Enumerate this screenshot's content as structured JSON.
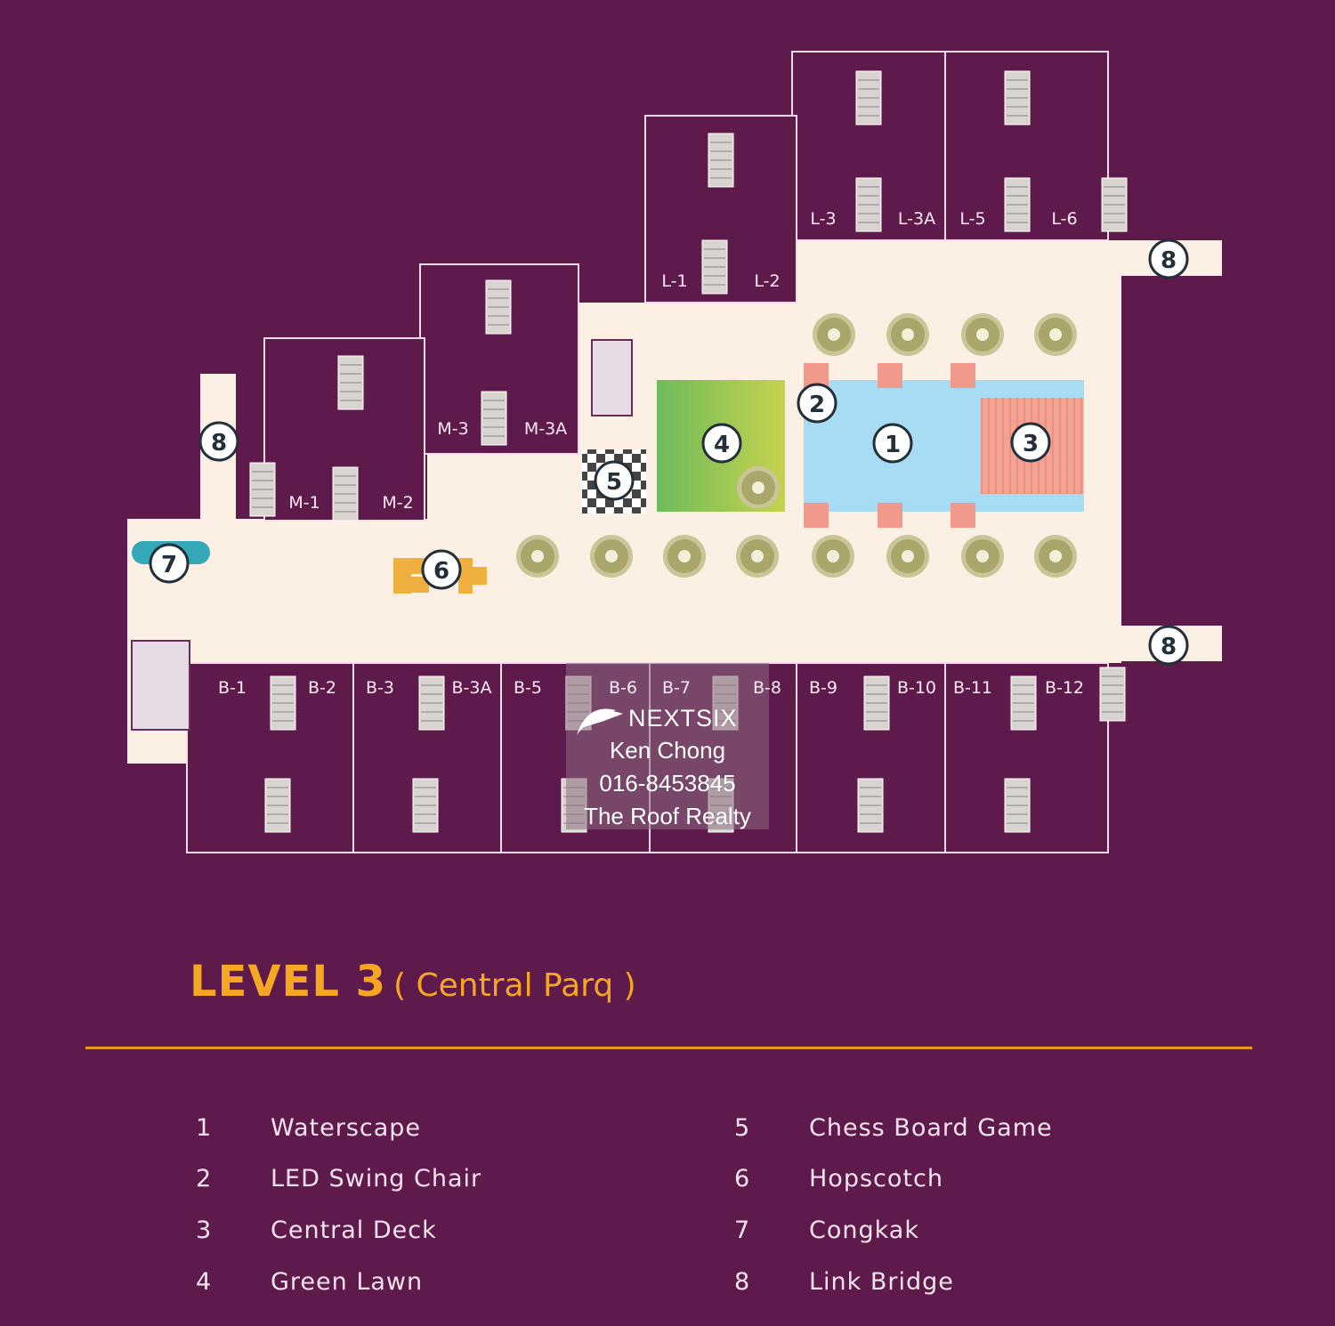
{
  "colors": {
    "background": "#5f1a4c",
    "floor": "#fcefe3",
    "water": "#a8dcf5",
    "deck": "#f19a8b",
    "lawn": "#8fc05a",
    "accent": "#f5a623"
  },
  "units": {
    "L1": "L-1",
    "L2": "L-2",
    "L3": "L-3",
    "L3A": "L-3A",
    "L5": "L-5",
    "L6": "L-6",
    "M3": "M-3",
    "M3A": "M-3A",
    "M1": "M-1",
    "M2": "M-2",
    "B1": "B-1",
    "B2": "B-2",
    "B3": "B-3",
    "B3A": "B-3A",
    "B5": "B-5",
    "B6": "B-6",
    "B7": "B-7",
    "B8": "B-8",
    "B9": "B-9",
    "B10": "B-10",
    "B11": "B-11",
    "B12": "B-12"
  },
  "markers": {
    "m1": "1",
    "m2": "2",
    "m3": "3",
    "m4": "4",
    "m5": "5",
    "m6": "6",
    "m7": "7",
    "m8a": "8",
    "m8b": "8",
    "m8c": "8"
  },
  "watermark": {
    "brand": "NEXTSIX",
    "name": "Ken Chong",
    "phone": "016-8453845",
    "company": "The Roof Realty"
  },
  "title": {
    "level": "LEVEL 3",
    "subtitle": "( Central Parq )"
  },
  "legend": [
    {
      "num": "1",
      "label": "Waterscape"
    },
    {
      "num": "2",
      "label": "LED Swing Chair"
    },
    {
      "num": "3",
      "label": "Central Deck"
    },
    {
      "num": "4",
      "label": "Green Lawn"
    },
    {
      "num": "5",
      "label": "Chess Board Game"
    },
    {
      "num": "6",
      "label": "Hopscotch"
    },
    {
      "num": "7",
      "label": "Congkak"
    },
    {
      "num": "8",
      "label": "Link Bridge"
    }
  ]
}
